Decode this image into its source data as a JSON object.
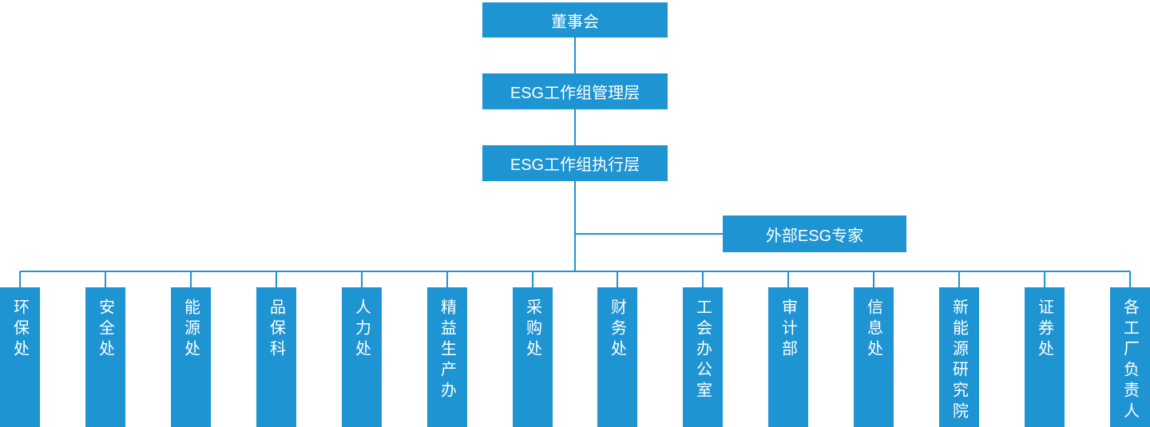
{
  "org": {
    "board": "董事会",
    "management": "ESG工作组管理层",
    "execution": "ESG工作组执行层",
    "advisor": "外部ESG专家",
    "departments": [
      "环保处",
      "安全处",
      "能源处",
      "品保科",
      "人力处",
      "精益生产办",
      "采购处",
      "财务处",
      "工会办公室",
      "审计部",
      "信息处",
      "新能源研究院",
      "证券处",
      "各工厂负责人"
    ]
  },
  "colors": {
    "box_fill": "#1E94D2",
    "connector_line": "#1E94D2",
    "box_text": "#FFFFFF",
    "background": "#FFFFFF"
  }
}
